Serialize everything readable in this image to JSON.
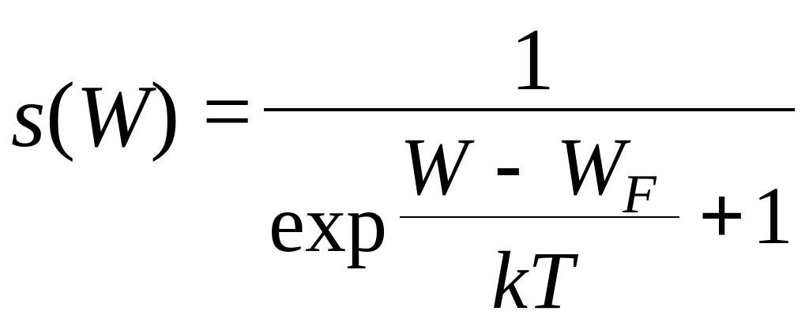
{
  "formula": {
    "lhs": {
      "function": "s",
      "open_paren": "(",
      "variable": "W",
      "close_paren": ")",
      "equals": "="
    },
    "numerator": "1",
    "denominator": {
      "exp": "exp",
      "inner_numerator": {
        "W": "W",
        "minus": "-",
        "WF_base": "W",
        "WF_subscript": "F"
      },
      "inner_denominator": "kT",
      "plus": "+",
      "one": "1"
    }
  }
}
